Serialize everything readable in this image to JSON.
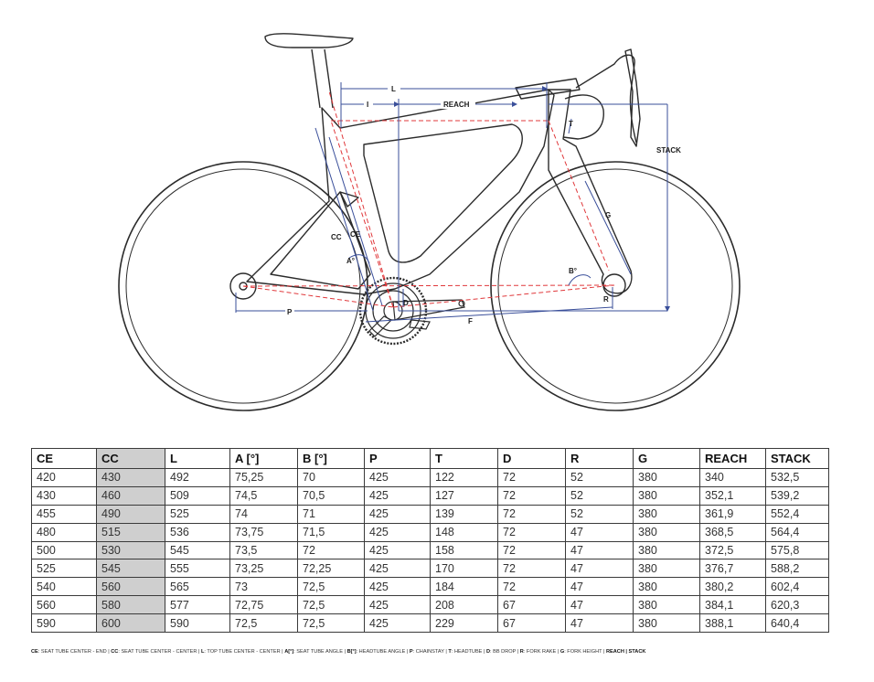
{
  "diagram": {
    "labels": {
      "L": "L",
      "I": "I",
      "REACH": "REACH",
      "T": "T",
      "STACK": "STACK",
      "G": "G",
      "CC": "CC",
      "CE": "CE",
      "A": "A°",
      "B": "B°",
      "D": "D",
      "R": "R",
      "P": "P",
      "F": "F"
    }
  },
  "table": {
    "headers": [
      "CE",
      "CC",
      "L",
      "A [°]",
      "B [°]",
      "P",
      "T",
      "D",
      "R",
      "G",
      "REACH",
      "STACK"
    ],
    "highlight_column": "CC",
    "rows": [
      [
        "420",
        "430",
        "492",
        "75,25",
        "70",
        "425",
        "122",
        "72",
        "52",
        "380",
        "340",
        "532,5"
      ],
      [
        "430",
        "460",
        "509",
        "74,5",
        "70,5",
        "425",
        "127",
        "72",
        "52",
        "380",
        "352,1",
        "539,2"
      ],
      [
        "455",
        "490",
        "525",
        "74",
        "71",
        "425",
        "139",
        "72",
        "52",
        "380",
        "361,9",
        "552,4"
      ],
      [
        "480",
        "515",
        "536",
        "73,75",
        "71,5",
        "425",
        "148",
        "72",
        "47",
        "380",
        "368,5",
        "564,4"
      ],
      [
        "500",
        "530",
        "545",
        "73,5",
        "72",
        "425",
        "158",
        "72",
        "47",
        "380",
        "372,5",
        "575,8"
      ],
      [
        "525",
        "545",
        "555",
        "73,25",
        "72,25",
        "425",
        "170",
        "72",
        "47",
        "380",
        "376,7",
        "588,2"
      ],
      [
        "540",
        "560",
        "565",
        "73",
        "72,5",
        "425",
        "184",
        "72",
        "47",
        "380",
        "380,2",
        "602,4"
      ],
      [
        "560",
        "580",
        "577",
        "72,75",
        "72,5",
        "425",
        "208",
        "67",
        "47",
        "380",
        "384,1",
        "620,3"
      ],
      [
        "590",
        "600",
        "590",
        "72,5",
        "72,5",
        "425",
        "229",
        "67",
        "47",
        "380",
        "388,1",
        "640,4"
      ]
    ]
  },
  "legend": [
    {
      "code": "CE",
      "desc": ": SEAT TUBE CENTER - END"
    },
    {
      "code": "CC",
      "desc": ": SEAT TUBE CENTER - CENTER"
    },
    {
      "code": "L",
      "desc": ": TOP TUBE CENTER - CENTER"
    },
    {
      "code": "A[°]",
      "desc": ": SEAT TUBE ANGLE"
    },
    {
      "code": "B[°]",
      "desc": ": HEADTUBE ANGLE"
    },
    {
      "code": "P",
      "desc": ": CHAINSTAY"
    },
    {
      "code": "T",
      "desc": ": HEADTUBE"
    },
    {
      "code": "D",
      "desc": ": BB DROP"
    },
    {
      "code": "R",
      "desc": ": FORK RAKE"
    },
    {
      "code": "G",
      "desc": ": FORK HEIGHT"
    },
    {
      "code": "REACH | STACK",
      "desc": ""
    }
  ],
  "colors": {
    "dimension_line": "#3a4f9a",
    "geometry_dash": "#e0383b",
    "frame_outline": "#2b2b2b",
    "highlight_column_bg": "#cfcfcf"
  }
}
